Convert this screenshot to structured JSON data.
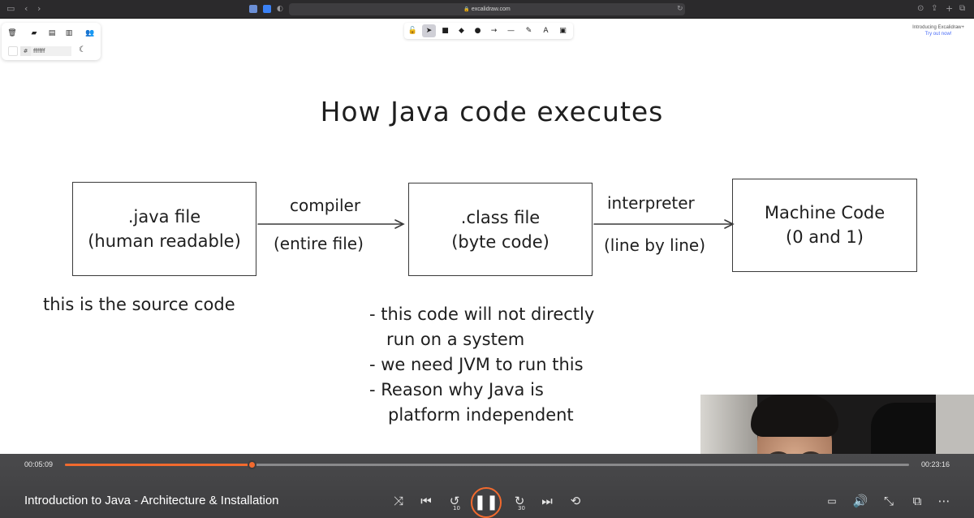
{
  "browser": {
    "url": "excalidraw.com"
  },
  "excalidraw": {
    "left_panel": {
      "hex_prefix": "#",
      "background_hex": "ffffff"
    },
    "promo": {
      "line1": "Introducing Excalidraw+",
      "line2": "Try out now!"
    }
  },
  "drawing": {
    "title": "How Java code executes",
    "box1": {
      "line1": ".java file",
      "line2": "(human readable)"
    },
    "arrow1": {
      "above": "compiler",
      "below": "(entire file)"
    },
    "box2": {
      "line1": ".class file",
      "line2": "(byte code)"
    },
    "arrow2": {
      "above": "interpreter",
      "below": "(line by line)"
    },
    "box3": {
      "line1": "Machine Code",
      "line2": "(0 and 1)"
    },
    "source_note": "this is the source code",
    "notes": [
      "- this code will not directly",
      "run on a system",
      "- we need JVM to run this",
      "- Reason why Java is",
      "platform independent"
    ]
  },
  "player": {
    "current_time": "00:05:09",
    "total_time": "00:23:16",
    "progress_fraction": 0.2213,
    "title": "Introduction to Java - Architecture & Installation",
    "rewind_seconds": "10",
    "forward_seconds": "30",
    "accent_color": "#f26a2e"
  }
}
